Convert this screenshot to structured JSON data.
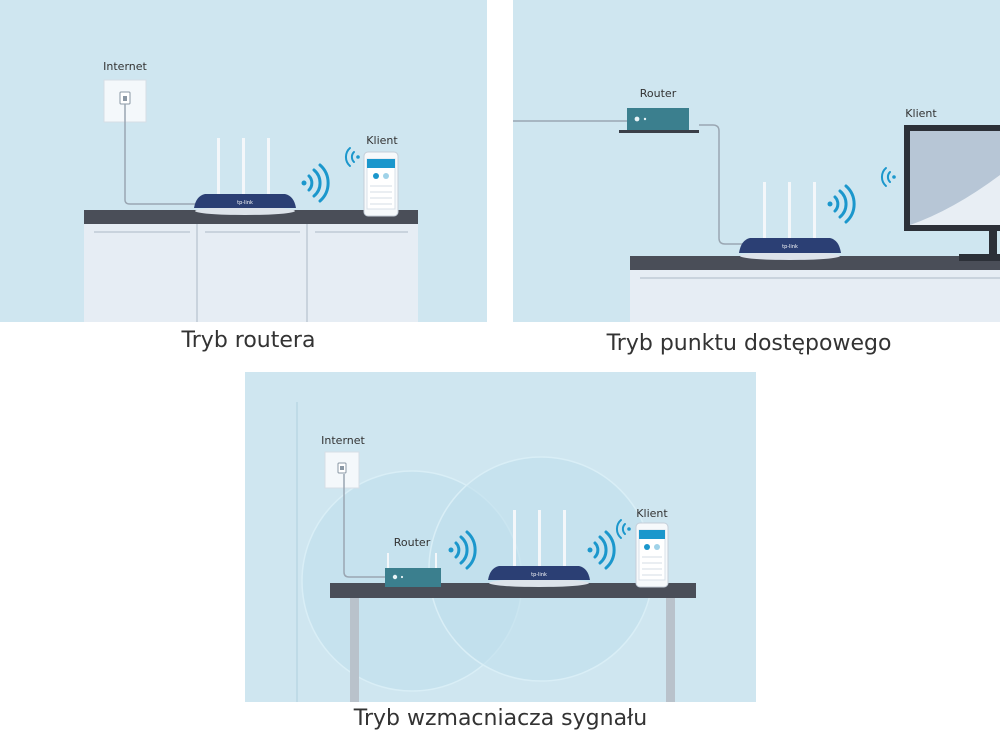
{
  "colors": {
    "panel_bg": "#cfe6f0",
    "router_body": "#2b3f74",
    "router_base": "#dde3ea",
    "desk_top": "#4a4e58",
    "cabinet": "#e6edf4",
    "wifi": "#1b97cc",
    "ap_device": "#3b7f8e"
  },
  "icons": [
    "wall-socket-icon",
    "router-icon",
    "wifi-signal-icon",
    "smartphone-icon",
    "access-point-icon",
    "monitor-icon"
  ],
  "panels": {
    "router_mode": {
      "caption": "Tryb routera",
      "internet_label": "Internet",
      "client_label": "Klient",
      "router_logo": "tp-link"
    },
    "access_point_mode": {
      "caption": "Tryb punktu dostępowego",
      "router_label": "Router",
      "client_label": "Klient",
      "router_logo": "tp-link"
    },
    "range_extender_mode": {
      "caption": "Tryb wzmacniacza sygnału",
      "internet_label": "Internet",
      "router_label": "Router",
      "client_label": "Klient",
      "router_logo": "tp-link"
    }
  }
}
